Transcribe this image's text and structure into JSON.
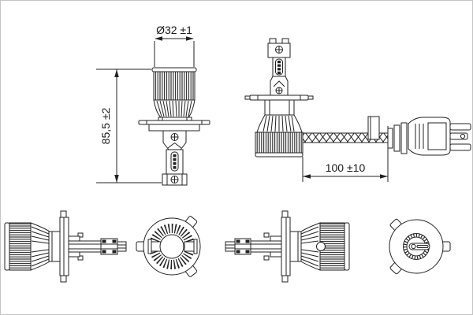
{
  "colors": {
    "line": "#222222",
    "background": "#ffffff",
    "frame": "#c4c4c4"
  },
  "drawing": {
    "type": "technical-dimension-drawing",
    "subject": "LED headlight bulb with cable and connector",
    "dimensions": {
      "diameter_label": "Ø32 ±1",
      "height_label": "85,5 ±2",
      "cable_length_label": "100 ±10"
    }
  }
}
